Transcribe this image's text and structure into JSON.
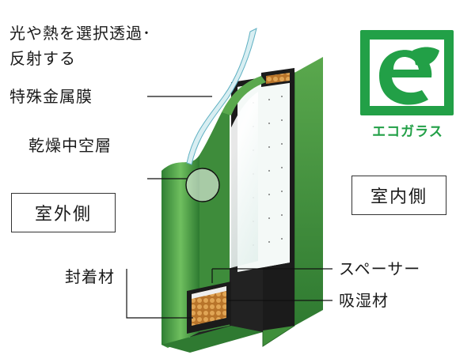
{
  "labels": {
    "film_line1": "光や熱を選択透過･",
    "film_line2": "反射する",
    "film_line3": "特殊金属膜",
    "air_layer": "乾燥中空層",
    "sealant": "封着材",
    "spacer": "スペーサー",
    "desiccant": "吸湿材"
  },
  "boxes": {
    "outdoor": "室外側",
    "indoor": "室内側"
  },
  "logo": {
    "text": "エコガラス",
    "icon": "eco-glass-leaf-e-icon",
    "color": "#22a047"
  },
  "colors": {
    "glass_edge": "#3a8a3a",
    "frame_dark": "#1b1b1b",
    "desiccant_fill": "#c98a3a"
  }
}
